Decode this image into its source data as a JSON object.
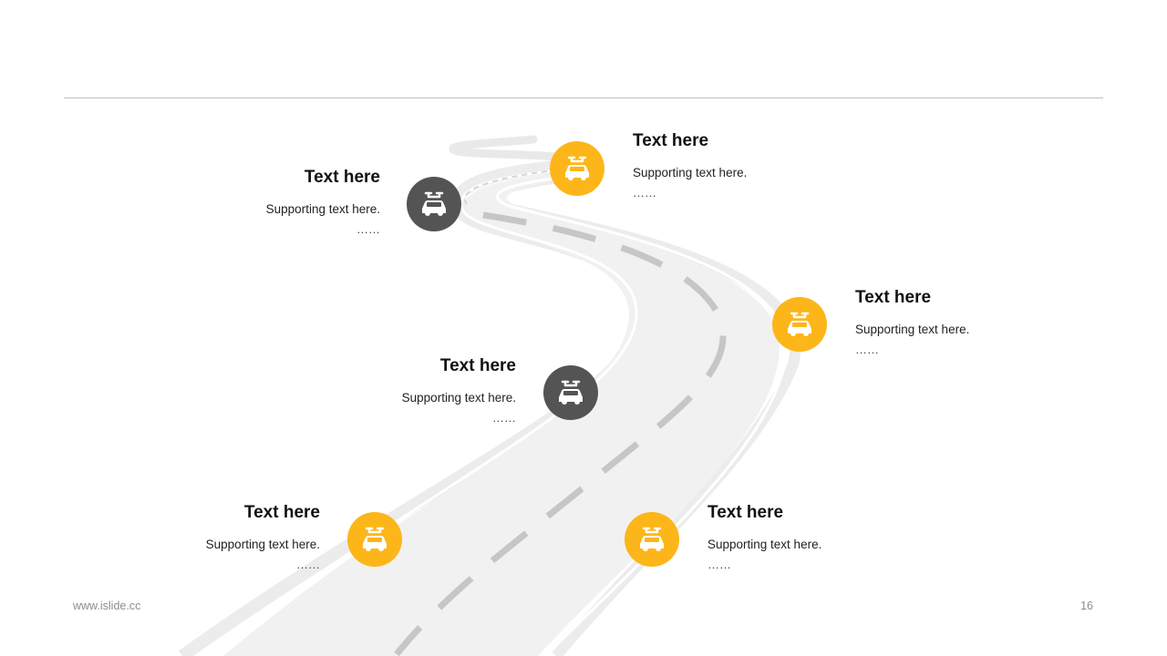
{
  "colors": {
    "accent": "#fdb619",
    "dark": "#545454",
    "road": "#f1f1f1",
    "road_dash": "#c8c8c8"
  },
  "milestones": [
    {
      "title": "Text here",
      "subtitle": "Supporting  text here.",
      "dots": "……",
      "color": "dark",
      "icon": "car-repair-icon"
    },
    {
      "title": "Text here",
      "subtitle": "Supporting  text here.",
      "dots": "……",
      "color": "accent",
      "icon": "car-repair-icon"
    },
    {
      "title": "Text here",
      "subtitle": "Supporting  text here.",
      "dots": "……",
      "color": "accent",
      "icon": "car-repair-icon"
    },
    {
      "title": "Text here",
      "subtitle": "Supporting  text here.",
      "dots": "……",
      "color": "dark",
      "icon": "car-repair-icon"
    },
    {
      "title": "Text here",
      "subtitle": "Supporting  text here.",
      "dots": "……",
      "color": "accent",
      "icon": "car-repair-icon"
    },
    {
      "title": "Text here",
      "subtitle": "Supporting  text here.",
      "dots": "……",
      "color": "accent",
      "icon": "car-repair-icon"
    }
  ],
  "footer": {
    "website": "www.islide.cc",
    "page_number": "16"
  }
}
